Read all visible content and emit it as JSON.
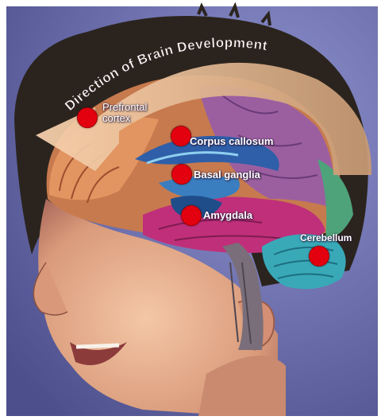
{
  "arc_title": "Direction of Brain Development",
  "regions": [
    {
      "id": "prefrontal",
      "label_line1": "Prefrontal",
      "label_line2": "cortex"
    },
    {
      "id": "corpus",
      "label": "Corpus callosum"
    },
    {
      "id": "basal",
      "label": "Basal ganglia"
    },
    {
      "id": "amygdala",
      "label": "Amygdala"
    },
    {
      "id": "cerebellum",
      "label": "Cerebellum"
    }
  ],
  "colors": {
    "marker": "#e3000f",
    "arrow_light": "#f3c39a",
    "arrow_dark": "#c89a72",
    "background": "#6a6fb0"
  }
}
